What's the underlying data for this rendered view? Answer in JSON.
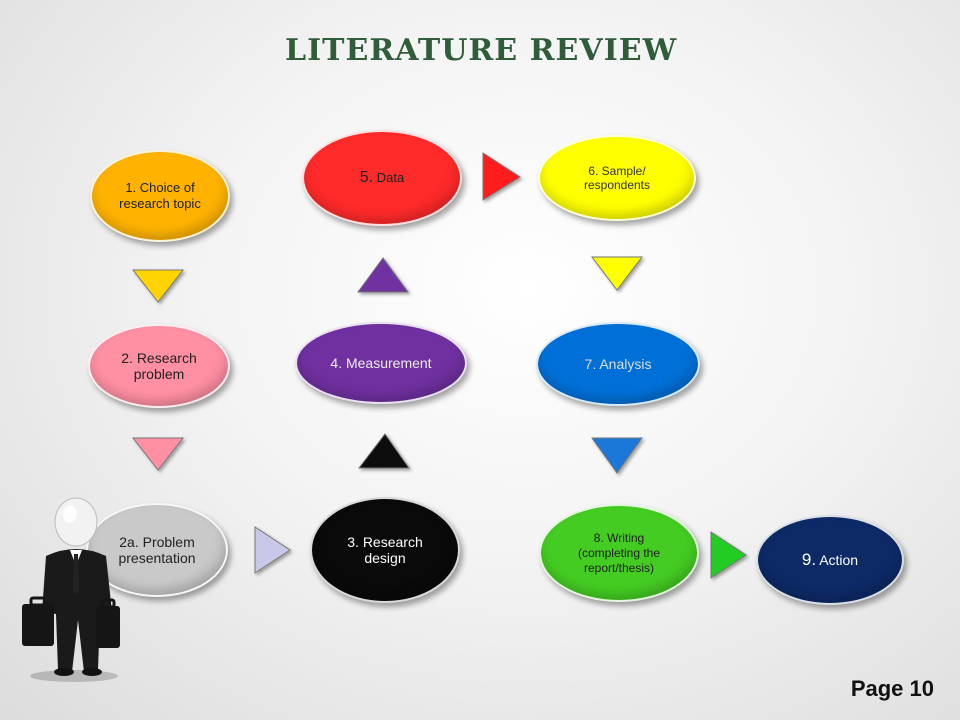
{
  "title": "Literature Review",
  "page_label": "Page 10",
  "nodes": {
    "n1": {
      "text": "1. Choice of research topic",
      "color": "#ffb300"
    },
    "n2": {
      "text": "2. Research problem",
      "color": "#ff8fa3"
    },
    "n2a": {
      "text": "2a. Problem presentation",
      "color": "#c9c9c9"
    },
    "n3": {
      "text": "3. Research design",
      "color": "#0a0a0a"
    },
    "n4": {
      "text": "4. Measurement",
      "color": "#7030a0"
    },
    "n5": {
      "number": "5.",
      "text": "Data",
      "color": "#ff2a2a"
    },
    "n6": {
      "text": "6. Sample/ respondents",
      "color": "#ffff00"
    },
    "n7": {
      "text": "7. Analysis",
      "color": "#0070d8"
    },
    "n8": {
      "text": "8. Writing (completing the report/thesis)",
      "color": "#44cc22"
    },
    "n9": {
      "number": "9.",
      "text": "Action",
      "color": "#0d2a66"
    }
  },
  "arrow_colors": {
    "n1_to_n2": "#ffd400",
    "n2_to_n2a": "#ff8fa3",
    "n2a_to_n3": "#c8c8e8",
    "n3_to_n4": "#111111",
    "n4_to_n5": "#7030a0",
    "n5_to_n6": "#ff1a1a",
    "n6_to_n7": "#ffff00",
    "n7_to_n8": "#1a78d8",
    "n8_to_n9": "#22cc22"
  }
}
